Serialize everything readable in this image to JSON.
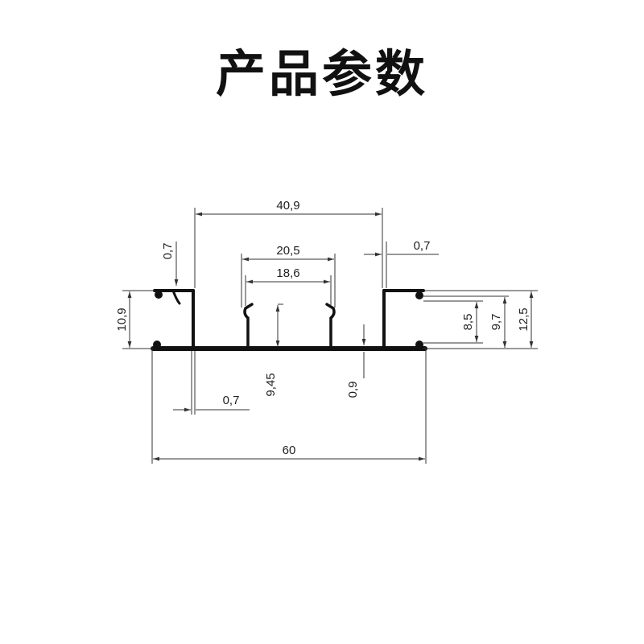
{
  "title": "产品参数",
  "dimensions": {
    "top_width": "40,9",
    "slot_outer_width": "20,5",
    "slot_inner_width": "18,6",
    "wall_top_left": "0,7",
    "wall_top_right": "0,7",
    "left_height": "10,9",
    "right_inner_height": "8,5",
    "right_mid_height": "9,7",
    "right_outer_height": "12,5",
    "slot_depth": "9,45",
    "base_thickness": "0,9",
    "wall_bottom": "0,7",
    "total_width": "60"
  },
  "colors": {
    "profile": "#111111",
    "dimension_line": "#333333"
  }
}
